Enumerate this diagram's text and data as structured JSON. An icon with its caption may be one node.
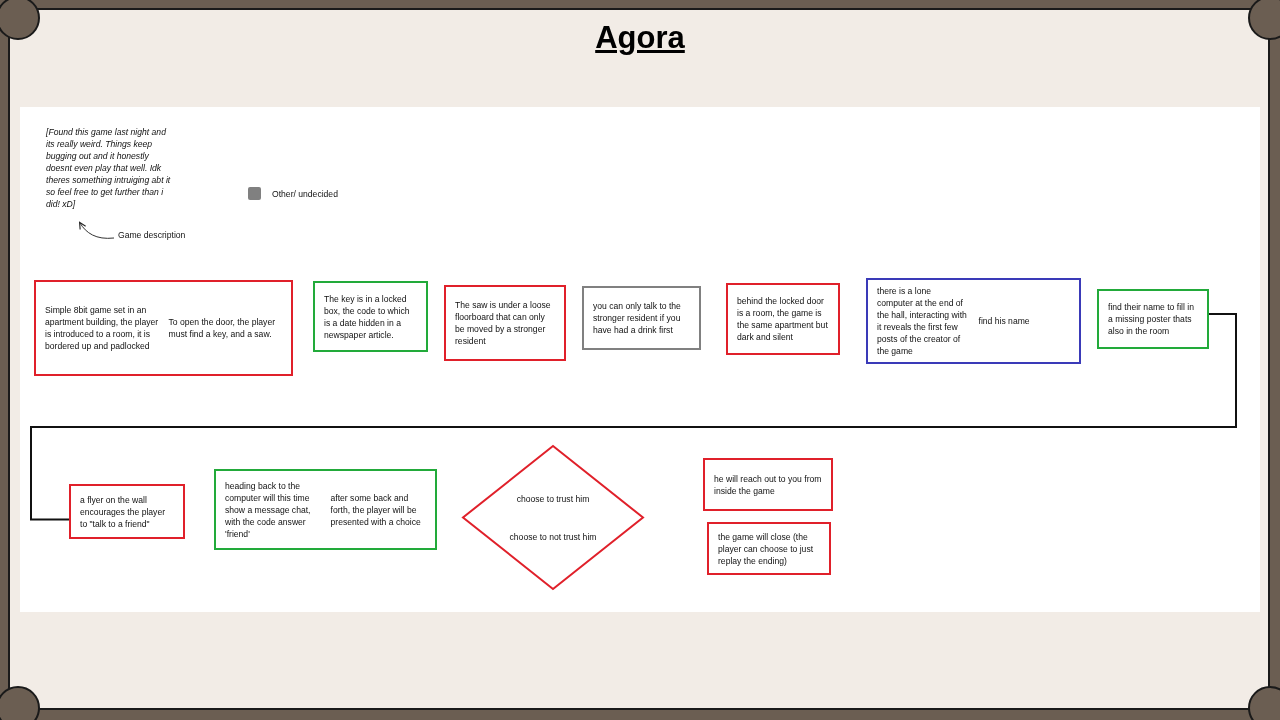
{
  "diagram": {
    "title": "Agora",
    "nodes": [
      {
        "text": [
          "[Found this game last night and its really weird. Things keep bugging out and it honestly doesnt even play that well. Idk theres something intruiging abt it so feel free to get further than i did! xD]"
        ]
      },
      {
        "text": [
          "Game description"
        ]
      },
      {
        "text": [
          "Simple 8bit game set in an apartment building, the player is introduced to a room, it is bordered up and padlocked",
          "To open the door, the player must find a key, and a saw."
        ]
      },
      {
        "text": [
          "The key is in a locked box, the code to which is a date hidden in a newspaper article."
        ]
      },
      {
        "text": [
          "The saw is under a loose floorboard that can only be moved by a stronger resident"
        ]
      },
      {
        "text": [
          "you can only talk to the stronger resident if you have had a drink first"
        ]
      },
      {
        "text": [
          "behind the locked door is a room, the game is the same apartment but dark and silent"
        ]
      },
      {
        "text": [
          "there is a lone computer at the end of the hall, interacting with it reveals the first few posts of the creator of the game",
          "find his name"
        ]
      },
      {
        "text": [
          "find their name to fill in a missing poster thats also in the room"
        ]
      },
      {
        "text": [
          "a flyer on the wall encourages the player to \"talk to a friend\""
        ]
      },
      {
        "text": [
          "heading back to the computer will this time show a message chat, with the code answer 'friend'",
          "after some back and forth, the player will be presented with a choice"
        ]
      },
      {
        "text": [
          "choose to trust him",
          "choose to not trust him"
        ]
      },
      {
        "text": [
          "he will reach out to you from inside the game"
        ]
      },
      {
        "text": [
          "the game will close (the player can choose to just replay the ending)"
        ]
      }
    ],
    "edges": [
      {
        "from": 1,
        "to": 0,
        "arrow": "to"
      },
      {
        "from": 8,
        "to": 9,
        "arrow": "none"
      }
    ],
    "legend": [
      {
        "text": "Other/ undecided",
        "color": "#808080"
      }
    ]
  }
}
